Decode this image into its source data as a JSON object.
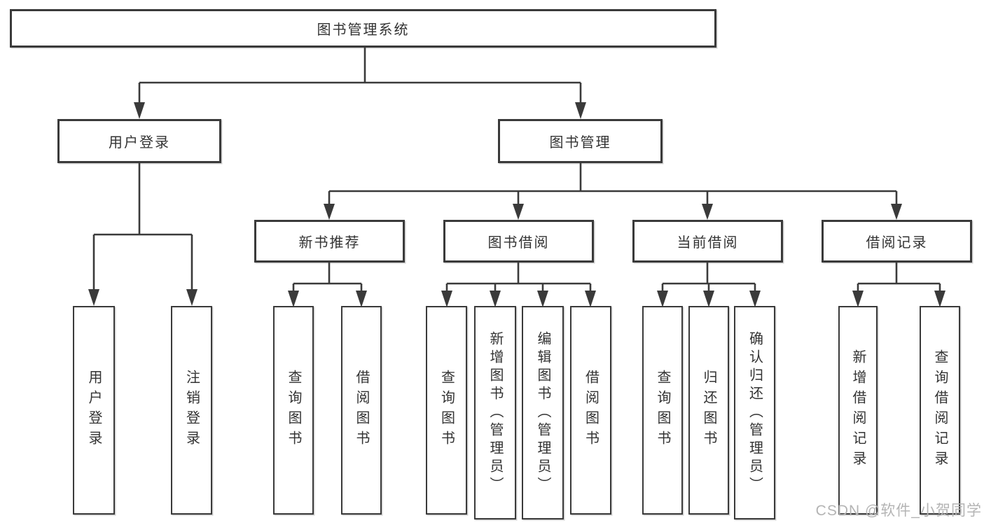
{
  "nodes": {
    "root": {
      "label": "图书管理系统"
    },
    "level2": [
      {
        "label": "用户登录"
      },
      {
        "label": "图书管理"
      }
    ],
    "level3": [
      {
        "label": "新书推荐",
        "parent": "图书管理"
      },
      {
        "label": "图书借阅",
        "parent": "图书管理"
      },
      {
        "label": "当前借阅",
        "parent": "图书管理"
      },
      {
        "label": "借阅记录",
        "parent": "图书管理"
      }
    ],
    "leaves": [
      {
        "label": "用户登录",
        "parent": "用户登录"
      },
      {
        "label": "注销登录",
        "parent": "用户登录"
      },
      {
        "label": "查询图书",
        "parent": "新书推荐"
      },
      {
        "label": "借阅图书",
        "parent": "新书推荐"
      },
      {
        "label": "查询图书",
        "parent": "图书借阅"
      },
      {
        "label": "新增图书（管理员）",
        "parent": "图书借阅"
      },
      {
        "label": "编辑图书（管理员）",
        "parent": "图书借阅"
      },
      {
        "label": "借阅图书",
        "parent": "图书借阅"
      },
      {
        "label": "查询图书",
        "parent": "当前借阅"
      },
      {
        "label": "归还图书",
        "parent": "当前借阅"
      },
      {
        "label": "确认归还（管理员）",
        "parent": "当前借阅"
      },
      {
        "label": "新增借阅记录",
        "parent": "借阅记录"
      },
      {
        "label": "查询借阅记录",
        "parent": "借阅记录"
      }
    ]
  },
  "watermark": {
    "text": "CSDN @软件_小贺同学"
  },
  "colors": {
    "line": "#3a3a3a",
    "text": "#333333",
    "box-bg": "#ffffff",
    "watermark": "#b4b4b4",
    "background": "#ffffff"
  }
}
